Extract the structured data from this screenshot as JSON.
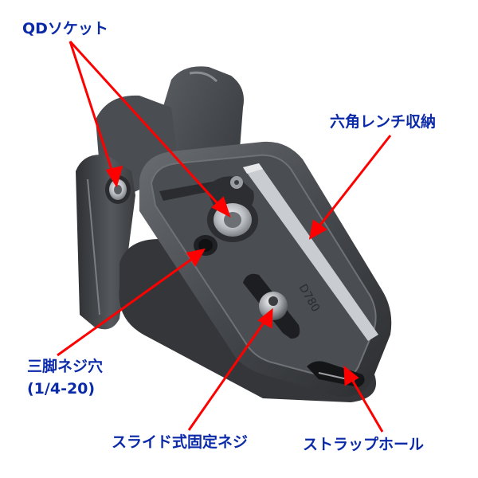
{
  "labels": {
    "qd_socket": "QDソケット",
    "hex_wrench": "六角レンチ収納",
    "tripod_screw": "三脚ネジ穴",
    "tripod_screw_size": "(1/4-20)",
    "slide_screw": "スライド式固定ネジ",
    "strap_hole": "ストラップホール"
  },
  "engraving": "D780",
  "colors": {
    "label_text": "#0b2aa8",
    "arrow": "#ff0000",
    "plate_dark": "#3a3c3f",
    "plate_mid": "#5b5e62",
    "highlight": "#c9ccd0"
  }
}
